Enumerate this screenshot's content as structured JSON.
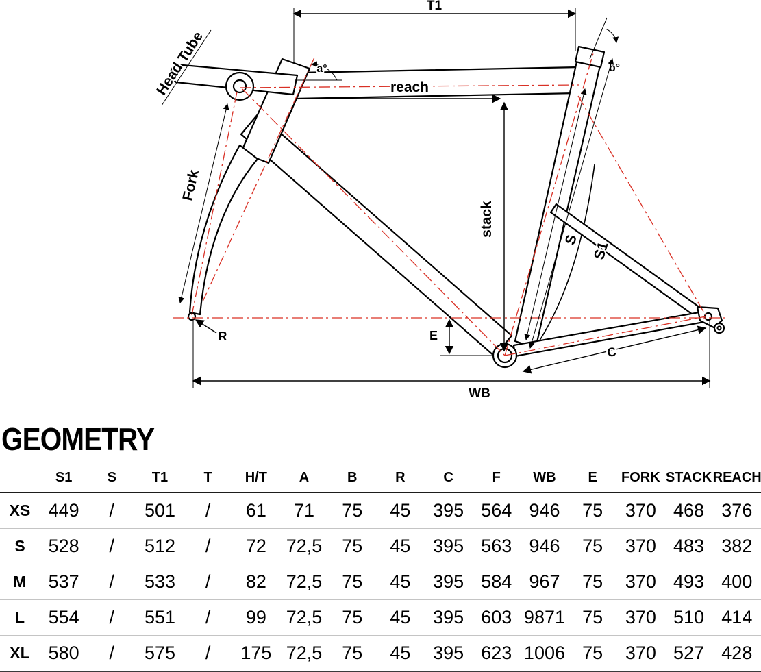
{
  "section_title": "GEOMETRY",
  "diagram": {
    "colors": {
      "centerline": "#d93025",
      "outline": "#000000"
    },
    "labels": {
      "t1": "T1",
      "head_tube": "Head Tube",
      "a_angle": "a°",
      "reach": "reach",
      "b_angle": "b°",
      "stack": "stack",
      "fork": "Fork",
      "s": "S",
      "s1": "S1",
      "r": "R",
      "e": "E",
      "c": "C",
      "wb": "WB"
    }
  },
  "table": {
    "columns": [
      "",
      "S1",
      "S",
      "T1",
      "T",
      "H/T",
      "A",
      "B",
      "R",
      "C",
      "F",
      "WB",
      "E",
      "FORK",
      "STACK",
      "REACH"
    ],
    "rows": [
      {
        "label": "XS",
        "values": [
          "449",
          "/",
          "501",
          "/",
          "61",
          "71",
          "75",
          "45",
          "395",
          "564",
          "946",
          "75",
          "370",
          "468",
          "376"
        ]
      },
      {
        "label": "S",
        "values": [
          "528",
          "/",
          "512",
          "/",
          "72",
          "72,5",
          "75",
          "45",
          "395",
          "563",
          "946",
          "75",
          "370",
          "483",
          "382"
        ]
      },
      {
        "label": "M",
        "values": [
          "537",
          "/",
          "533",
          "/",
          "82",
          "72,5",
          "75",
          "45",
          "395",
          "584",
          "967",
          "75",
          "370",
          "493",
          "400"
        ]
      },
      {
        "label": "L",
        "values": [
          "554",
          "/",
          "551",
          "/",
          "99",
          "72,5",
          "75",
          "45",
          "395",
          "603",
          "9871",
          "75",
          "370",
          "510",
          "414"
        ]
      },
      {
        "label": "XL",
        "values": [
          "580",
          "/",
          "575",
          "/",
          "175",
          "72,5",
          "75",
          "45",
          "395",
          "623",
          "1006",
          "75",
          "370",
          "527",
          "428"
        ]
      }
    ]
  }
}
